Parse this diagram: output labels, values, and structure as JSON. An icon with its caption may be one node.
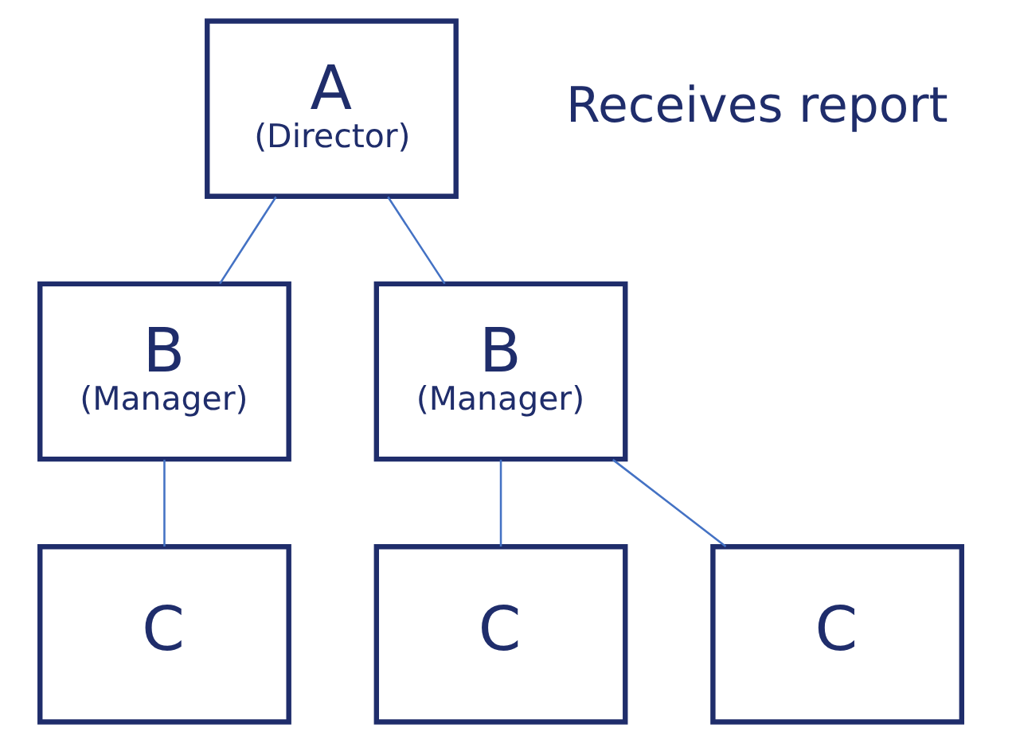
{
  "diagram": {
    "nodes": [
      {
        "text": [
          "A",
          "(Director)"
        ],
        "beside": [
          "Receives report"
        ]
      },
      {
        "text": [
          "B",
          "(Manager)"
        ]
      },
      {
        "text": [
          "B",
          "(Manager)"
        ]
      },
      {
        "text": [
          "C"
        ]
      },
      {
        "text": [
          "C"
        ]
      },
      {
        "text": [
          "C"
        ]
      }
    ],
    "edges": [
      {
        "from": 0,
        "to": 1,
        "arrow": "none"
      },
      {
        "from": 0,
        "to": 2,
        "arrow": "none"
      },
      {
        "from": 1,
        "to": 3,
        "arrow": "none"
      },
      {
        "from": 2,
        "to": 4,
        "arrow": "none"
      },
      {
        "from": 2,
        "to": 5,
        "arrow": "none"
      }
    ]
  }
}
